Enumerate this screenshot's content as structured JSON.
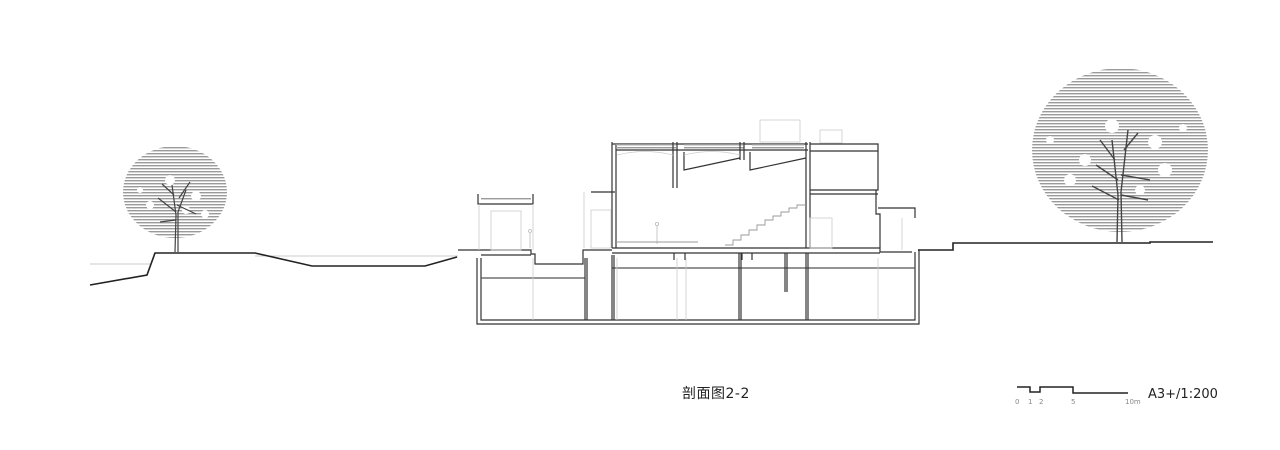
{
  "drawing": {
    "title": "剖面图2-2",
    "scale_label": "A3+/1:200",
    "scale_bar": {
      "ticks": [
        "0",
        "1",
        "2",
        "5",
        "10m"
      ]
    }
  },
  "elements": {
    "left_tree": "tree-elevation",
    "right_tree": "tree-elevation",
    "building": "building-section",
    "ground": "terrain-profile"
  },
  "colors": {
    "line": "#222222",
    "light_line": "#bbbbbb",
    "hatch": "#9a9a9a",
    "background": "#ffffff"
  }
}
